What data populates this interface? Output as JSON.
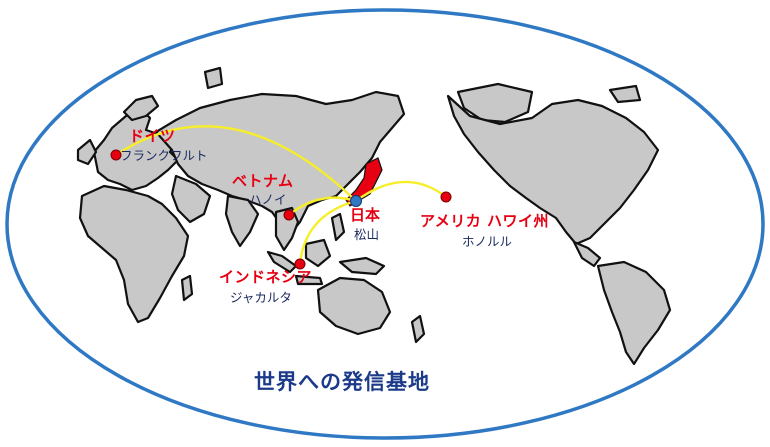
{
  "title": "世界への発信基地",
  "origin": {
    "country": "日本",
    "city": "松山"
  },
  "destinations": [
    {
      "key": "germany",
      "country": "ドイツ",
      "city": "フランクフルト"
    },
    {
      "key": "vietnam",
      "country": "ベトナム",
      "city": "ハノイ"
    },
    {
      "key": "indonesia",
      "country": "インドネシア",
      "city": "ジャカルタ"
    },
    {
      "key": "usa",
      "country": "アメリカ ハワイ州",
      "city": "ホノルル"
    }
  ],
  "colors": {
    "ellipse_stroke": "#2f78c4",
    "land_fill": "#c8c8c8",
    "route": "#f7ee2a",
    "destination_marker": "#e60012",
    "origin_marker": "#2f78c4",
    "country_label": "#e60012",
    "city_label": "#1b2a5e",
    "title": "#1b3a8a"
  }
}
